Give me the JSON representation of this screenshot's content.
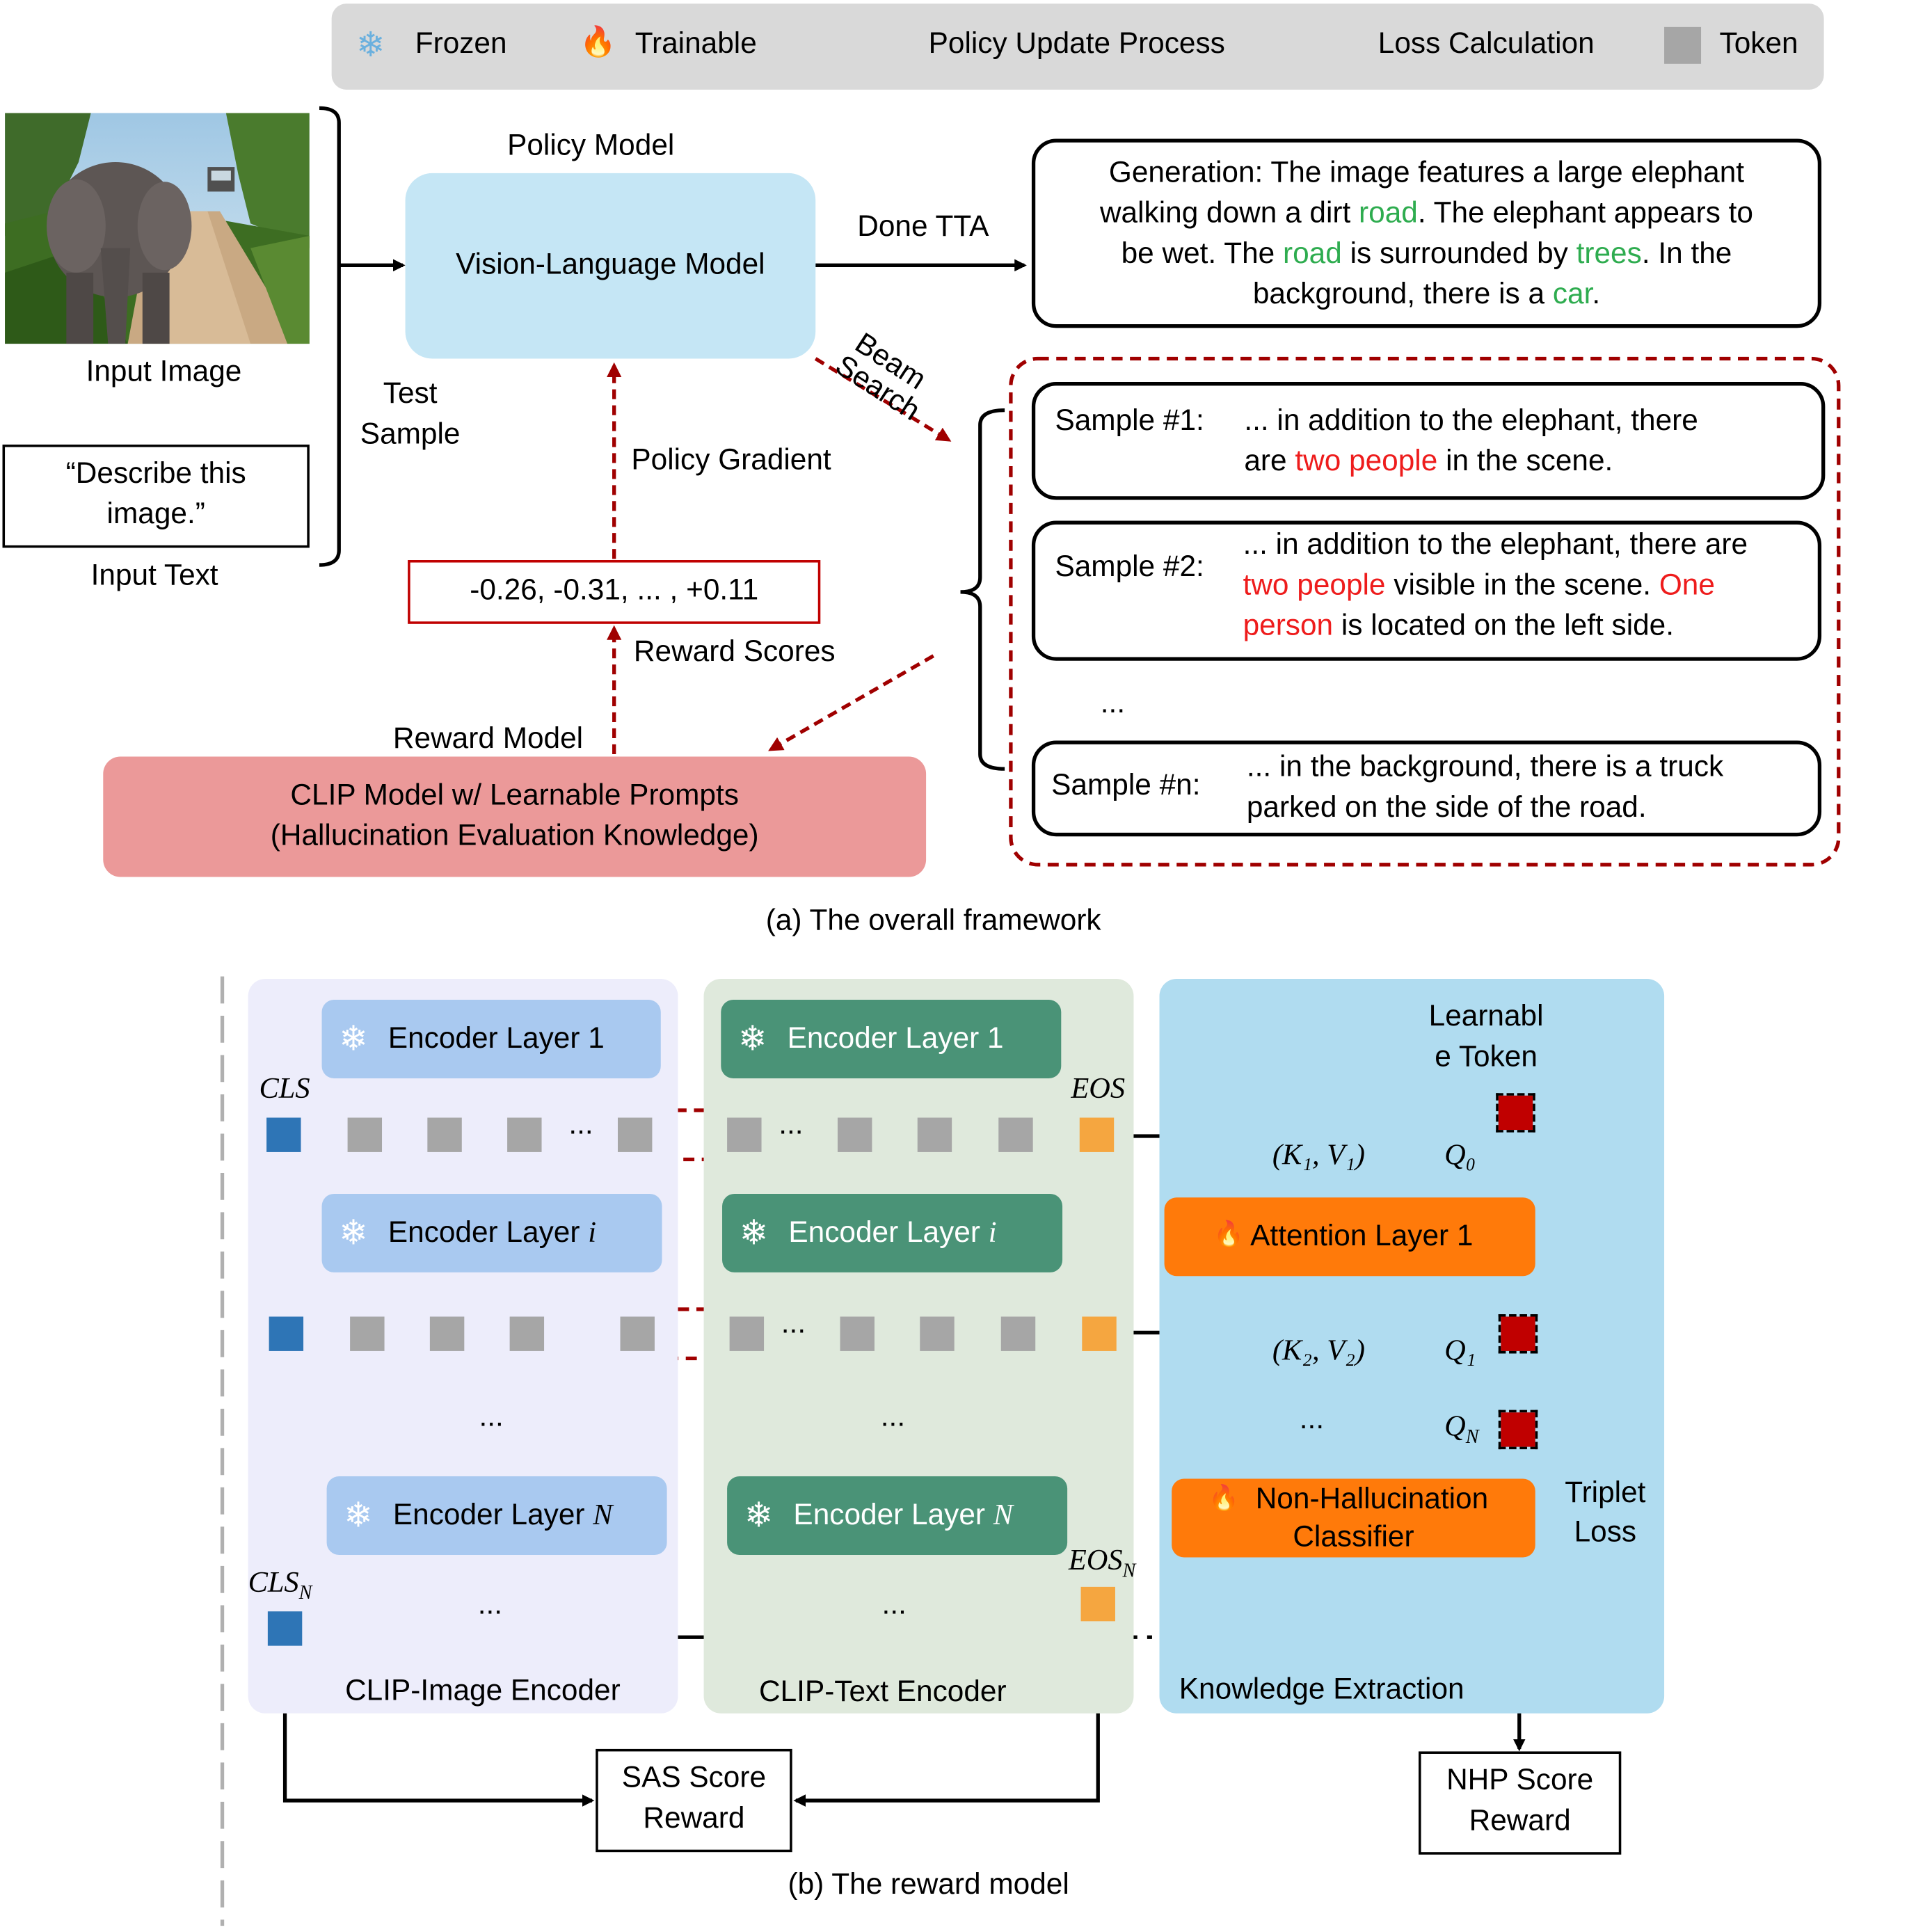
{
  "legend": {
    "frozen": "Frozen",
    "trainable": "Trainable",
    "policy_update": "Policy Update Process",
    "loss_calc": "Loss Calculation",
    "token": "Token"
  },
  "part_a": {
    "input_image_label": "Input Image",
    "input_text_quote_line1": "“Describe this",
    "input_text_quote_line2": "image.”",
    "input_text_label": "Input Text",
    "test_sample_line1": "Test",
    "test_sample_line2": "Sample",
    "policy_model_label": "Policy Model",
    "vlm_label": "Vision-Language Model",
    "done_tta": "Done TTA",
    "generation": {
      "l1": "Generation: The image features a large elephant",
      "l2a": "walking down a dirt ",
      "l2b": "road",
      "l2c": ". The elephant appears to",
      "l3a": "be wet. The ",
      "l3b": "road",
      "l3c": " is surrounded by ",
      "l3d": "trees",
      "l3e": ". In the",
      "l4a": "background, there is a ",
      "l4b": "car",
      "l4c": "."
    },
    "beam_line1": "Beam",
    "beam_line2": "Search",
    "policy_gradient": "Policy Gradient",
    "reward_values": "-0.26, -0.31, ...  , +0.11",
    "reward_scores": "Reward Scores",
    "reward_model_label": "Reward Model",
    "clip_box_line1": "CLIP Model w/ Learnable Prompts",
    "clip_box_line2": "(Hallucination Evaluation Knowledge)",
    "samples": {
      "s1_label": "Sample #1:",
      "s1_l1": "... in addition to the elephant, there",
      "s1_l2a": "are ",
      "s1_l2b": "two people",
      "s1_l2c": " in the scene.",
      "s2_label": "Sample #2:",
      "s2_l1": "... in addition to the elephant, there are",
      "s2_l2a": "two people",
      "s2_l2b": " visible in the scene. ",
      "s2_l2c": "One",
      "s2_l3a": "person",
      "s2_l3b": " is located on the left side.",
      "dots": "...",
      "sn_label": "Sample #n:",
      "sn_l1": "... in the background, there is a truck",
      "sn_l2": "parked on the side of the road."
    },
    "caption": "(a) The overall framework"
  },
  "part_b": {
    "enc1": "Encoder Layer 1",
    "enci": "Encoder Layer",
    "enci_var": "i",
    "encN": "Encoder Layer",
    "encN_var": "N",
    "cls": "CLS",
    "eos": "EOS",
    "cls_n": "CLS",
    "eos_n": "EOS",
    "sub_n": "N",
    "dots": "...",
    "image_encoder": "CLIP-Image Encoder",
    "text_encoder": "CLIP-Text Encoder",
    "knowledge": "Knowledge Extraction",
    "learnable_l1": "Learnabl",
    "learnable_l2": "e Token",
    "kv1": "(K₁, V₁)",
    "kv2": "(K₂, V₂)",
    "q0": "Q₀",
    "q1": "Q₁",
    "qn": "Q",
    "attention": "Attention Layer 1",
    "classifier_l1": "Non-Hallucination",
    "classifier_l2": "Classifier",
    "triplet_l1": "Triplet",
    "triplet_l2": "Loss",
    "sas_l1": "SAS Score",
    "sas_l2": "Reward",
    "nhp_l1": "NHP Score",
    "nhp_l2": "Reward",
    "caption": "(b) The reward model"
  },
  "colors": {
    "policy_blue": "#c5e6f5",
    "clip_red": "#eb9999",
    "dashed_red": "#a00000",
    "image_encoder_bg": "#ededfb",
    "text_encoder_bg": "#dfe9dc",
    "knowledge_bg": "#b0dcf0",
    "attention_orange": "#ff7a0a"
  }
}
